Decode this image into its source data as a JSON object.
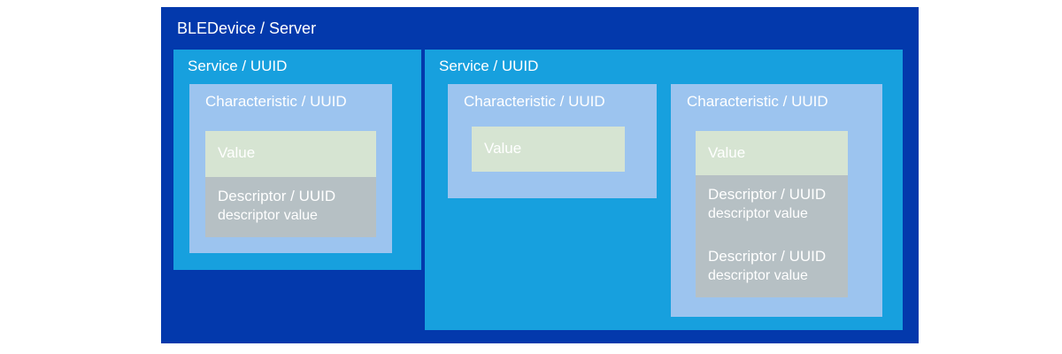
{
  "colors": {
    "page_background": "#FFFFFF",
    "device": "#0339AC",
    "service": "#17A0DE",
    "characteristic": "#9CC4EF",
    "value": "#D6E4D2",
    "descriptor": "#B6C0C4",
    "text": "#FFFFFF"
  },
  "device": {
    "title": "BLEDevice / Server",
    "services": [
      {
        "title": "Service / UUID",
        "characteristics": [
          {
            "title": "Characteristic / UUID",
            "value": {
              "label": "Value"
            },
            "descriptors": [
              {
                "title": "Descriptor / UUID",
                "value": "descriptor value"
              }
            ]
          }
        ]
      },
      {
        "title": "Service / UUID",
        "characteristics": [
          {
            "title": "Characteristic / UUID",
            "value": {
              "label": "Value"
            },
            "descriptors": []
          },
          {
            "title": "Characteristic / UUID",
            "value": {
              "label": "Value"
            },
            "descriptors": [
              {
                "title": "Descriptor / UUID",
                "value": "descriptor value"
              },
              {
                "title": "Descriptor / UUID",
                "value": "descriptor value"
              }
            ]
          }
        ]
      }
    ]
  }
}
